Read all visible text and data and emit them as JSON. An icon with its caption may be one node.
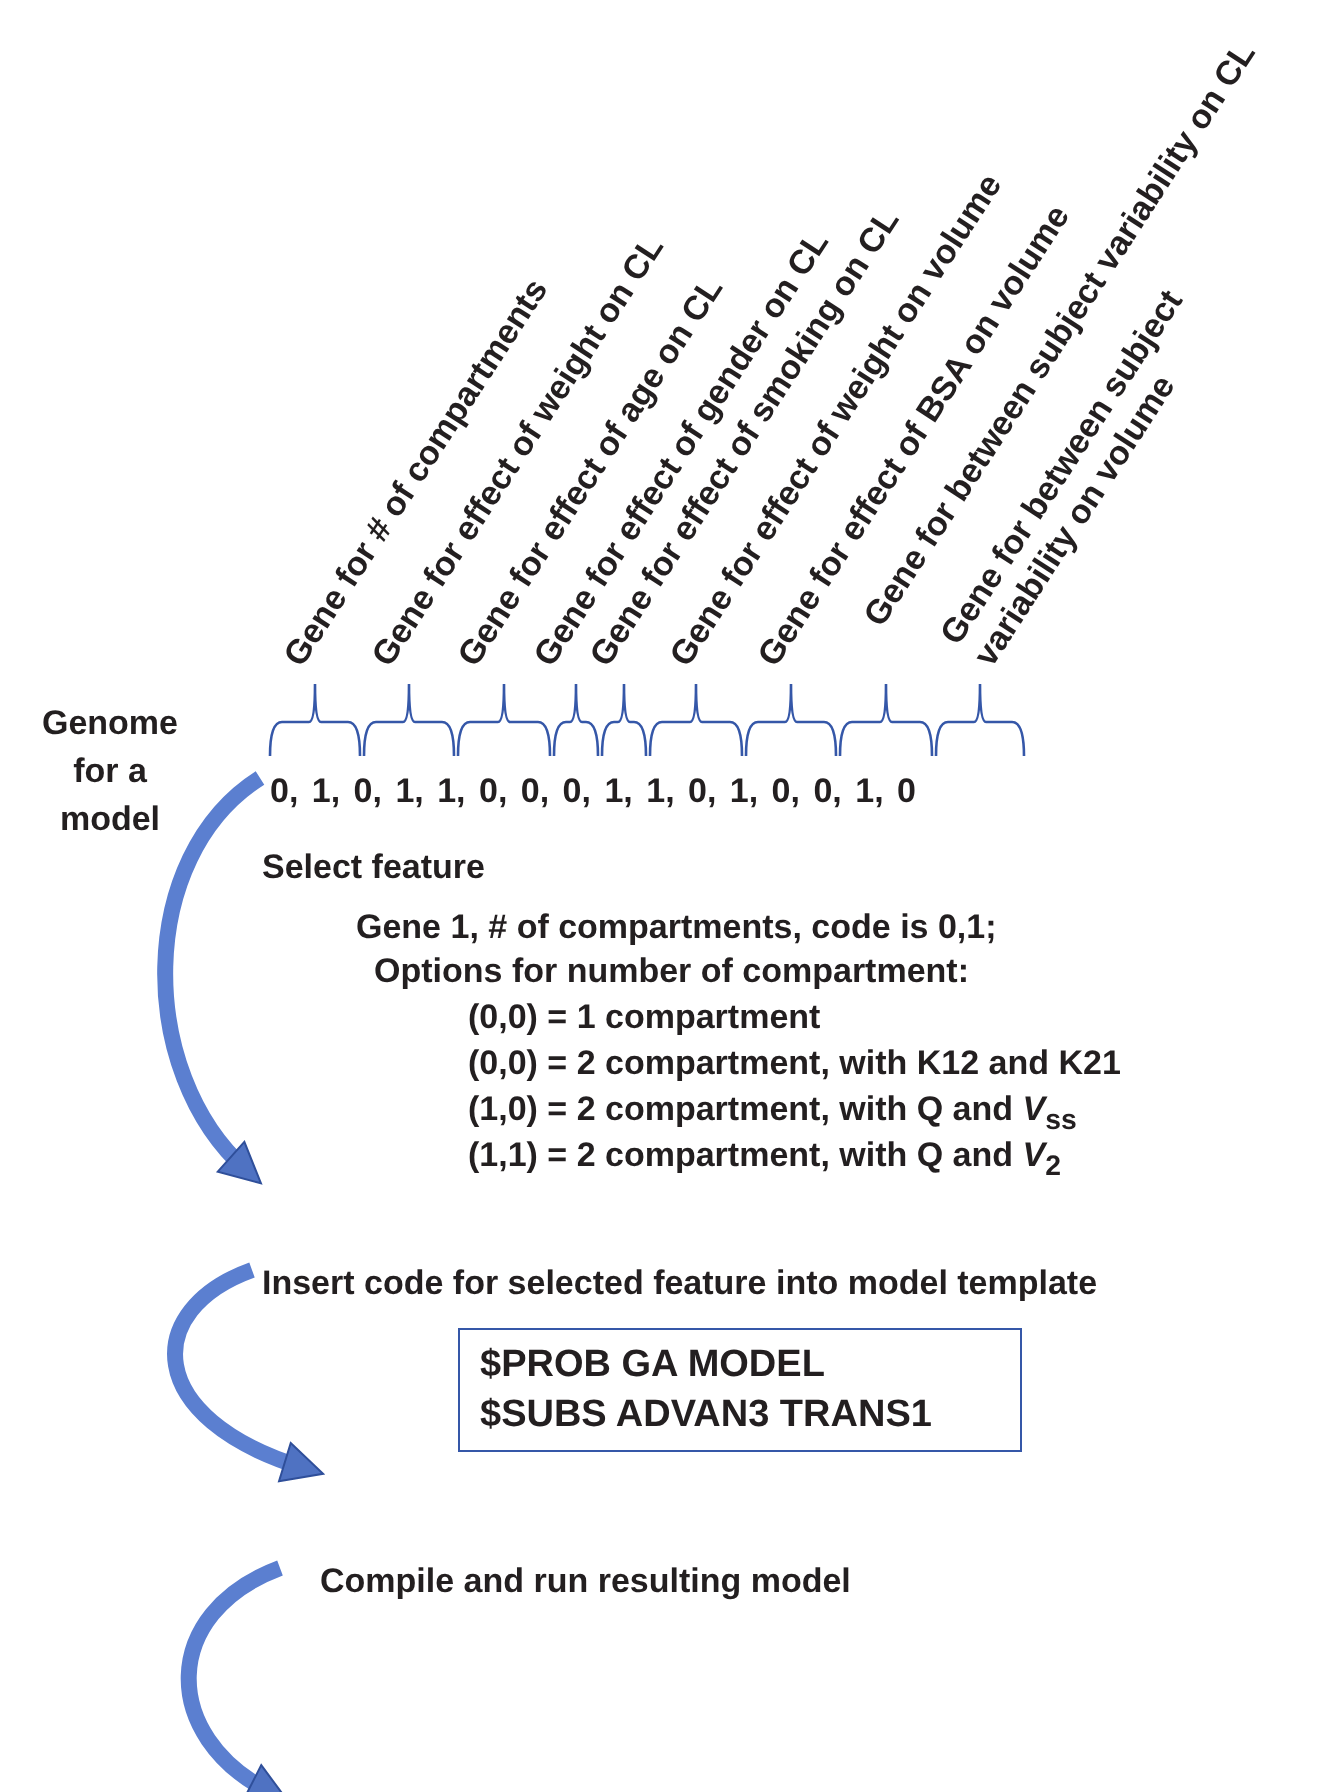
{
  "diagram": {
    "nodes": [
      {
        "text": [
          "0, 1, 0, 1, 1, 0, 0, 0, 1, 1, 0, 1, 0, 0, 1, 0"
        ]
      },
      {
        "text": [
          "Insert code for selected feature into model template"
        ]
      },
      {
        "text": [
          "$PROB GA MODEL",
          "$SUBS ADVAN3 TRANS1"
        ]
      },
      {
        "text": [
          "Compile and run resulting model"
        ]
      }
    ],
    "edges": [
      {
        "from": 0,
        "to": 1,
        "arrow": "to"
      },
      {
        "from": 1,
        "to": 3,
        "arrow": "to"
      },
      {
        "from": 3,
        "to": null,
        "arrow": "to"
      }
    ],
    "labels": [
      "Gene for # of compartments",
      "Gene for effect of weight on CL",
      "Gene for effect of age on CL",
      "Gene for effect of gender on CL",
      "Gene for effect of smoking on CL",
      "Gene for effect of weight on volume",
      "Gene for effect of BSA on volume",
      "Gene for between subject variability on CL",
      "Gene for between subject variability on volume",
      "Genome for a model",
      "Select feature",
      "Gene 1, # of compartments, code is 0,1;",
      "Options for number of compartment:",
      "(0,0) = 1 compartment",
      "(0,0) = 2 compartment, with K12 and K21",
      "(1,0) = 2 compartment, with Q and *V*$_{ss}$",
      "(1,1) = 2 compartment, with Q and *V*$_{2}$"
    ]
  }
}
